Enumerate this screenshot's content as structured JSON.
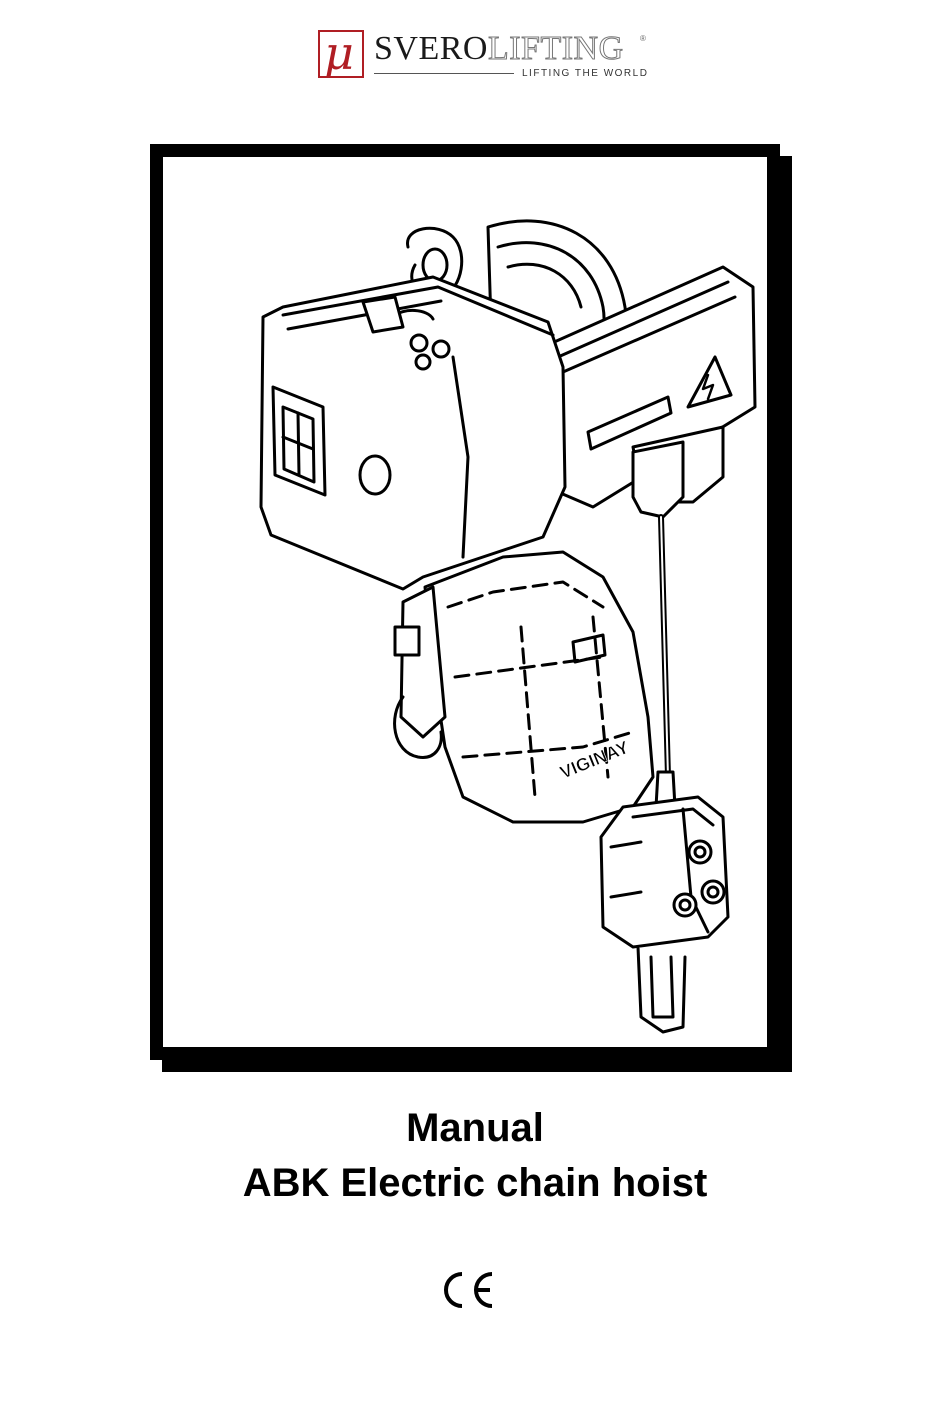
{
  "logo": {
    "mark": "μ",
    "brand_strong": "SVERO",
    "brand_light": "LIFTING",
    "registered": "®",
    "tagline": "LIFTING THE WORLD"
  },
  "illustration": {
    "brand_on_housing": "VIGINAY",
    "warning_symbol": "electric-hazard"
  },
  "title": {
    "line1": "Manual",
    "line2": "ABK Electric chain hoist"
  },
  "certification": "CE",
  "colors": {
    "brand_red": "#b01e24",
    "ink": "#000000",
    "paper": "#ffffff"
  }
}
